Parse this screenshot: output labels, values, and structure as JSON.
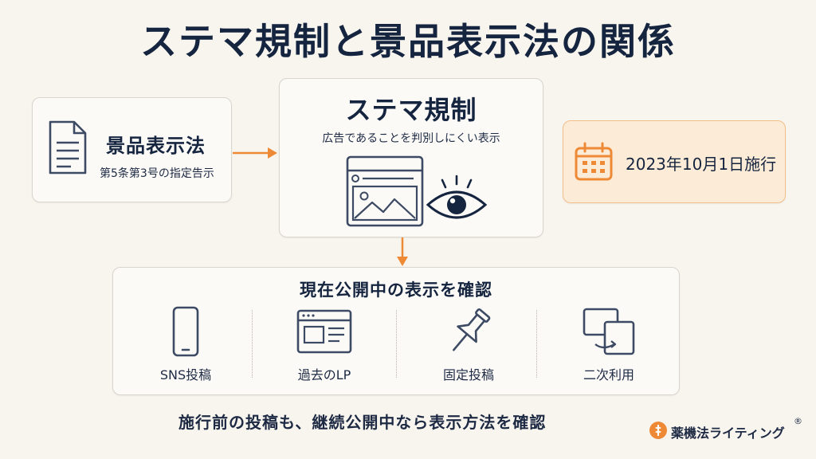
{
  "title": "ステマ規制と景品表示法の関係",
  "law_card": {
    "title": "景品表示法",
    "subtitle": "第5条第3号の指定告示",
    "icon": "document-icon"
  },
  "regulation_card": {
    "title": "ステマ規制",
    "subtitle": "広告であることを判別しにくい表示",
    "icons": [
      "webpage-icon",
      "eye-icon"
    ]
  },
  "date_card": {
    "text": "2023年10月1日施行",
    "icon": "calendar-icon"
  },
  "check_card": {
    "title": "現在公開中の表示を確認",
    "items": [
      {
        "label": "SNS投稿",
        "icon": "smartphone-icon"
      },
      {
        "label": "過去のLP",
        "icon": "landing-page-icon"
      },
      {
        "label": "固定投稿",
        "icon": "pushpin-icon"
      },
      {
        "label": "二次利用",
        "icon": "repost-icon"
      }
    ]
  },
  "footer": "施行前の投稿も、継続公開中なら表示方法を確認",
  "brand": {
    "name": "薬機法ライティング",
    "mark": "®"
  },
  "colors": {
    "navy": "#15243f",
    "accent": "#ee8a35",
    "date_bg": "#fcebd7",
    "icon_stroke": "#3d4a63"
  }
}
